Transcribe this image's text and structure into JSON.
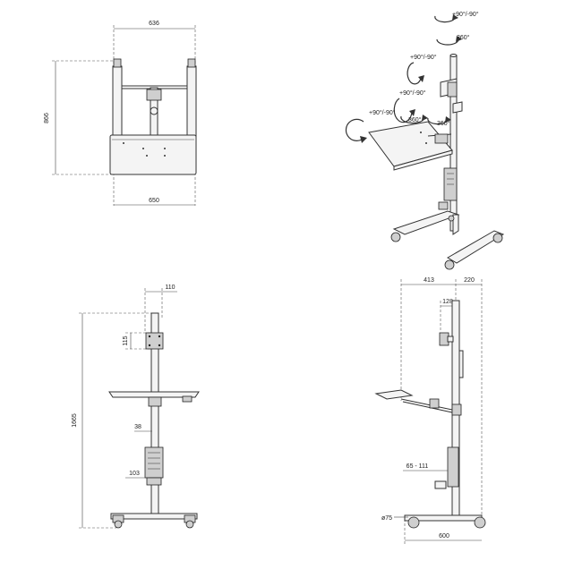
{
  "views": {
    "top": {
      "width_top": "636",
      "height": "866",
      "width_bottom": "650"
    },
    "iso": {
      "rot_top": "+90°/-90°",
      "rot_360_a": "360°",
      "rot_left": "+90°/-90°",
      "rot_left2": "+90°/-90°",
      "rot_360_b": "360°",
      "rot_360_c": "360°"
    },
    "front": {
      "mount_width": "110",
      "mount_height": "115",
      "total_height": "1665",
      "pole_offset": "38",
      "holder_width": "103"
    },
    "side": {
      "arm_reach": "413",
      "depth": "220",
      "mount_offset": "128",
      "range": "65 - 111",
      "wheel_diameter": "ø75",
      "base_length": "600"
    }
  },
  "colors": {
    "line": "#333333",
    "fill": "#f4f4f4",
    "dim": "#555555"
  }
}
